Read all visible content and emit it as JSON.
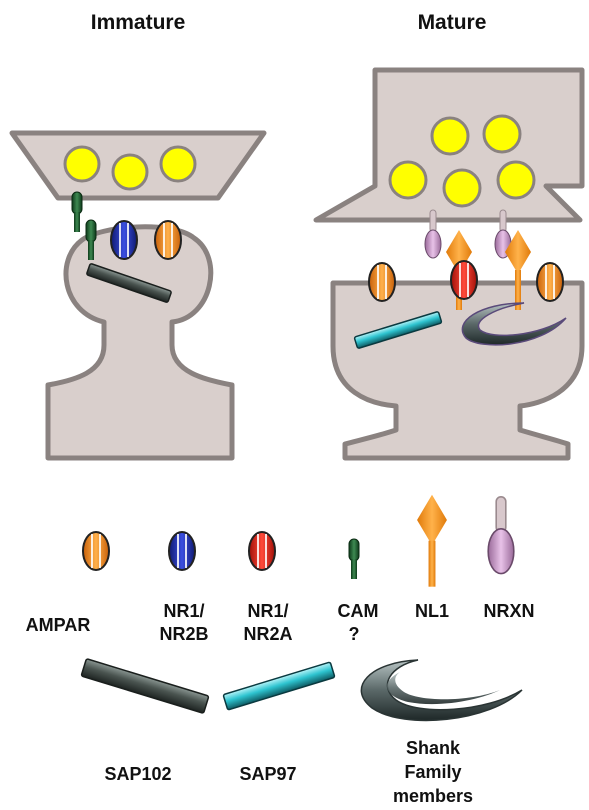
{
  "titles": {
    "immature": "Immature",
    "mature": "Mature"
  },
  "legend": {
    "ampar": "AMPAR",
    "nr2b_line1": "NR1/",
    "nr2b_line2": "NR2B",
    "nr2a_line1": "NR1/",
    "nr2a_line2": "NR2A",
    "cam_line1": "CAM",
    "cam_line2": "?",
    "nl1": "NL1",
    "nrxn": "NRXN",
    "sap102": "SAP102",
    "sap97": "SAP97",
    "shank_line1": "Shank",
    "shank_line2": "Family",
    "shank_line3": "members"
  },
  "colors": {
    "membrane_fill": "#d9cfcc",
    "membrane_stroke": "#8a8280",
    "vesicle": "#ffff00",
    "ampar": "#f28c1e",
    "nr2b": "#1e2ca8",
    "nr2a": "#e8231a",
    "nl1": "#f7941d",
    "nrxn": "#c89ac8",
    "cam": "#1f5c2e",
    "sap102": "#4a5450",
    "sap97": "#2ec4d0",
    "shank": "#5a6868"
  }
}
